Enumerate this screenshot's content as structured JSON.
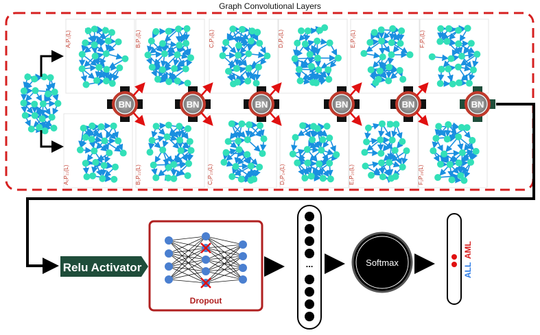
{
  "title": "Graph Convolutional Layers",
  "bn_label": "BN",
  "relu_label": "Relu Activator",
  "dropout_label": "Dropout",
  "softmax_label": "Softmax",
  "output_dots_ellipsis": "...",
  "class_labels": {
    "all": "ALL",
    "aml": "AML"
  },
  "top_graph_labels": [
    "A₁P₁(L)",
    "B₁P₂(L)",
    "C₁P₃(L)",
    "D₁P₄(L)",
    "E₁P₅(L)",
    "F₁P₆(L)"
  ],
  "bottom_graph_labels": [
    "A₂P₂₁(L)",
    "B₂P₂₂(L)",
    "C₂P₂₃(L)",
    "D₂P₂₄(L)",
    "E₂P₂₅(L)",
    "F₂P₂₆(L)"
  ],
  "colors": {
    "node": "#33e0b8",
    "edge": "#1a8fe0",
    "border_dash": "#d62020",
    "bn_ring": "#c0392b",
    "bn_fill": "#8a8a8a",
    "relu_fill": "#1f4d3a",
    "dropout_border": "#b02020",
    "neuron": "#4a7fd0",
    "arrow_red": "#e01010",
    "label_red": "#c0392b",
    "all_blue": "#2c7be5",
    "aml_red": "#d62020"
  },
  "icons": [
    "bn-circle",
    "relu-hexagon",
    "dropout-network",
    "softmax-circle",
    "output-vector",
    "class-vector"
  ]
}
